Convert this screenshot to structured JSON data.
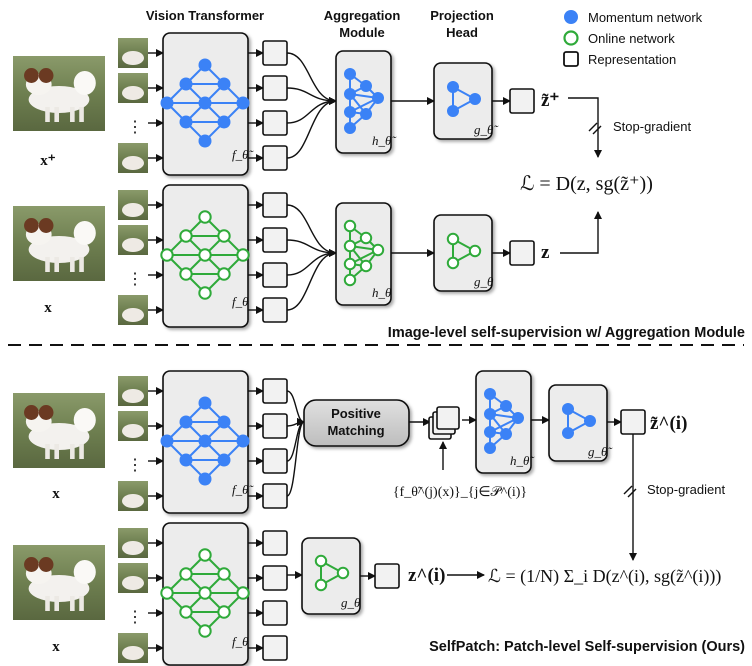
{
  "headers": {
    "vision_transformer": "Vision Transformer",
    "aggregation_module": [
      "Aggregation",
      "Module"
    ],
    "projection_head": [
      "Projection",
      "Head"
    ]
  },
  "legend": {
    "momentum": "Momentum network",
    "online": "Online network",
    "representation": "Representation"
  },
  "colors": {
    "momentum_blue": "#3b82f6",
    "online_green": "#2faa3a",
    "box_fill": "#ececec",
    "positive_matching_fill": "#cfcfcf"
  },
  "top": {
    "input_x_plus": "x⁺",
    "input_x": "x",
    "encoder_label_momentum": "f_θ̃",
    "encoder_label_online": "f_θ",
    "agg_label_momentum": "h_θ̃",
    "agg_label_online": "h_θ",
    "proj_label_momentum": "g_θ̃",
    "proj_label_online": "g_θ",
    "output_momentum": "z̃⁺",
    "output_online": "z",
    "stop_gradient": "Stop-gradient",
    "loss": "ℒ = D(z, sg(z̃⁺))",
    "caption": "Image-level self-supervision w/ Aggregation Module"
  },
  "bottom": {
    "input_x_1": "x",
    "input_x_2": "x",
    "positive_matching": [
      "Positive",
      "Matching"
    ],
    "neighbors": "{f_θ̃^(j)(x)}_{j∈𝒫^(i)}",
    "agg_label_momentum": "h_θ̃",
    "proj_label_momentum": "g_θ̃",
    "proj_label_online": "g_θ",
    "encoder_label_momentum": "f_θ̃",
    "encoder_label_online": "f_θ",
    "output_momentum": "z̃^(i)",
    "output_online": "z^(i)",
    "stop_gradient": "Stop-gradient",
    "loss": "ℒ = (1/N) Σ_i D(z^(i), sg(z̃^(i)))",
    "caption": "SelfPatch: Patch-level Self-supervision (Ours)"
  },
  "patch_dots": "⋮"
}
